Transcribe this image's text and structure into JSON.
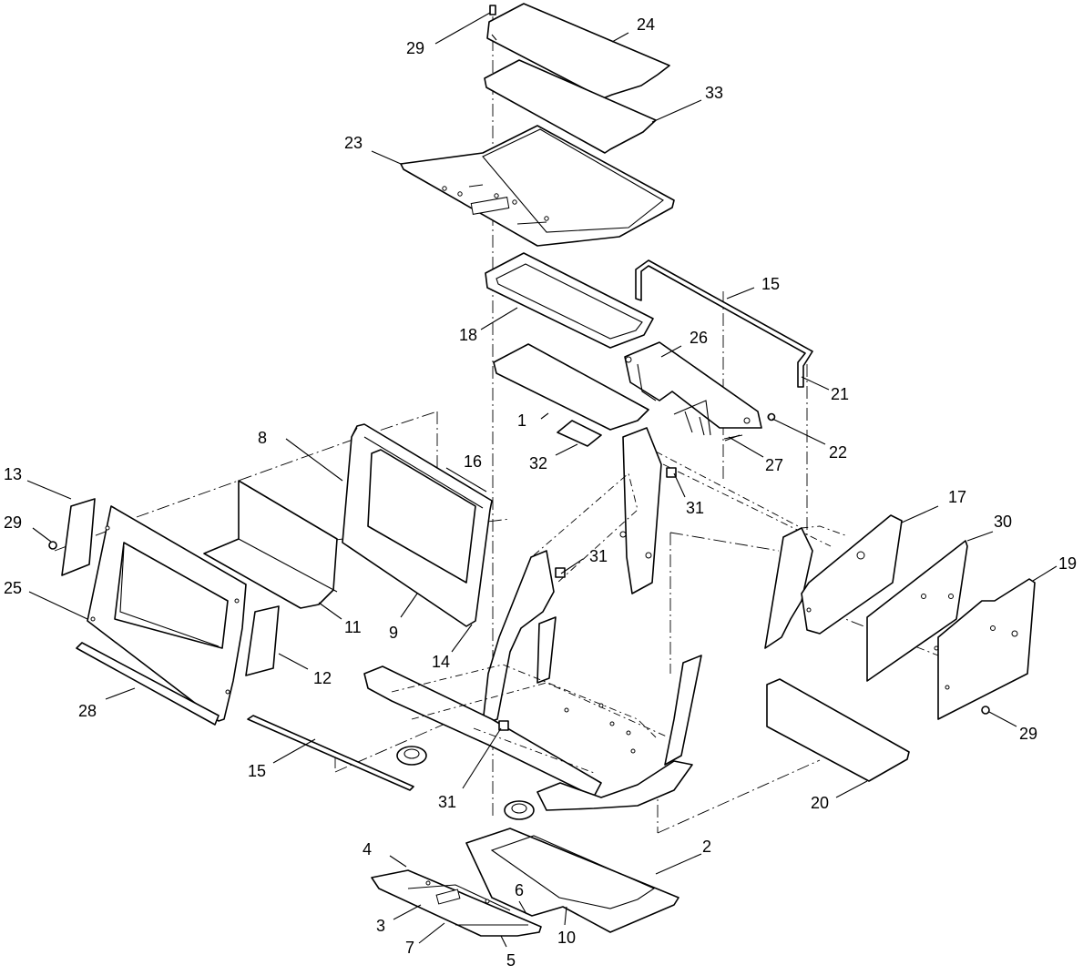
{
  "callouts": {
    "c1": "1",
    "c2": "2",
    "c3": "3",
    "c4": "4",
    "c5": "5",
    "c6": "6",
    "c7": "7",
    "c8": "8",
    "c9": "9",
    "c10": "10",
    "c11": "11",
    "c12": "12",
    "c13": "13",
    "c14": "14",
    "c15a": "15",
    "c15b": "15",
    "c16": "16",
    "c17": "17",
    "c18": "18",
    "c19": "19",
    "c20": "20",
    "c21": "21",
    "c22": "22",
    "c23": "23",
    "c24": "24",
    "c25": "25",
    "c26": "26",
    "c27": "27",
    "c28": "28",
    "c29a": "29",
    "c29b": "29",
    "c29c": "29",
    "c30": "30",
    "c31a": "31",
    "c31b": "31",
    "c31c": "31",
    "c32": "32",
    "c33": "33"
  }
}
